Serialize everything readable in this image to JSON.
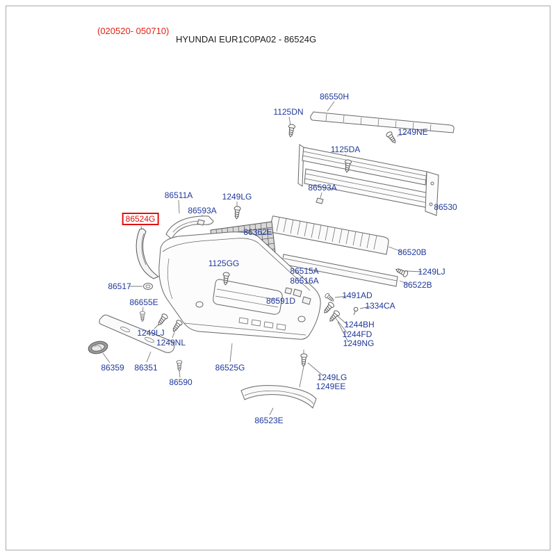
{
  "header": {
    "date_range": "(020520- 050710)",
    "title": "HYUNDAI EUR1C0PA02 - 86524G"
  },
  "highlight": {
    "part": "86524G",
    "color": "#e01010"
  },
  "colors": {
    "label_blue": "#20389a",
    "line_gray": "#6e6e6e"
  },
  "labels": [
    {
      "text": "86550H"
    },
    {
      "text": "1125DN"
    },
    {
      "text": "1249NE"
    },
    {
      "text": "1125DA"
    },
    {
      "text": "86593A"
    },
    {
      "text": "86530"
    },
    {
      "text": "86511A"
    },
    {
      "text": "1249LG"
    },
    {
      "text": "86593A"
    },
    {
      "text": "86524G",
      "highlighted": true
    },
    {
      "text": "86362E"
    },
    {
      "text": "86520B"
    },
    {
      "text": "1249LJ"
    },
    {
      "text": "86522B"
    },
    {
      "text": "1125GG"
    },
    {
      "text": "86515A"
    },
    {
      "text": "86516A"
    },
    {
      "text": "86517"
    },
    {
      "text": "1491AD"
    },
    {
      "text": "1334CA"
    },
    {
      "text": "86655E"
    },
    {
      "text": "86591D"
    },
    {
      "text": "1244BH"
    },
    {
      "text": "1244FD"
    },
    {
      "text": "1249NG"
    },
    {
      "text": "1249LJ"
    },
    {
      "text": "1249NL"
    },
    {
      "text": "86359"
    },
    {
      "text": "86351"
    },
    {
      "text": "86590"
    },
    {
      "text": "86525G"
    },
    {
      "text": "1249LG"
    },
    {
      "text": "1249EE"
    },
    {
      "text": "86523E"
    }
  ]
}
